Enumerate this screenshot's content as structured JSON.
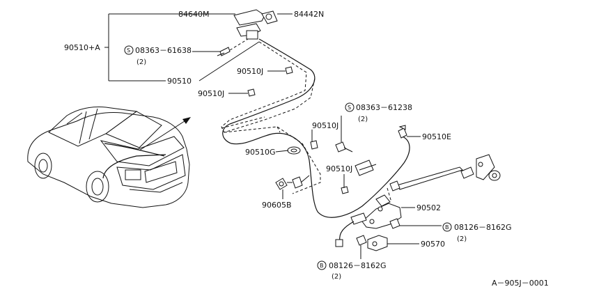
{
  "labels": {
    "p84640m": "84640M",
    "p84442n": "84442N",
    "p90510a": "90510+A",
    "p08363_61638": "08363－61638",
    "p90510": "90510",
    "p90510j_1": "90510J",
    "p90510j_2": "90510J",
    "p08363_61238": "08363－61238",
    "p90510j_3": "90510J",
    "p90510e": "90510E",
    "p90510g": "90510G",
    "p90510j_4": "90510J",
    "p90605b": "90605B",
    "p90502": "90502",
    "p08126_8162g_1": "08126－8162G",
    "p90570": "90570",
    "p08126_8162g_2": "08126－8162G"
  },
  "quantities": {
    "q08363_61638": "(2)",
    "q08363_61238": "(2)",
    "q08126_8162g_1": "(2)",
    "q08126_8162g_2": "(2)"
  },
  "symbols": {
    "s_screw": "S",
    "b_bolt": "B"
  },
  "diagram_code": "A－905J－0001"
}
